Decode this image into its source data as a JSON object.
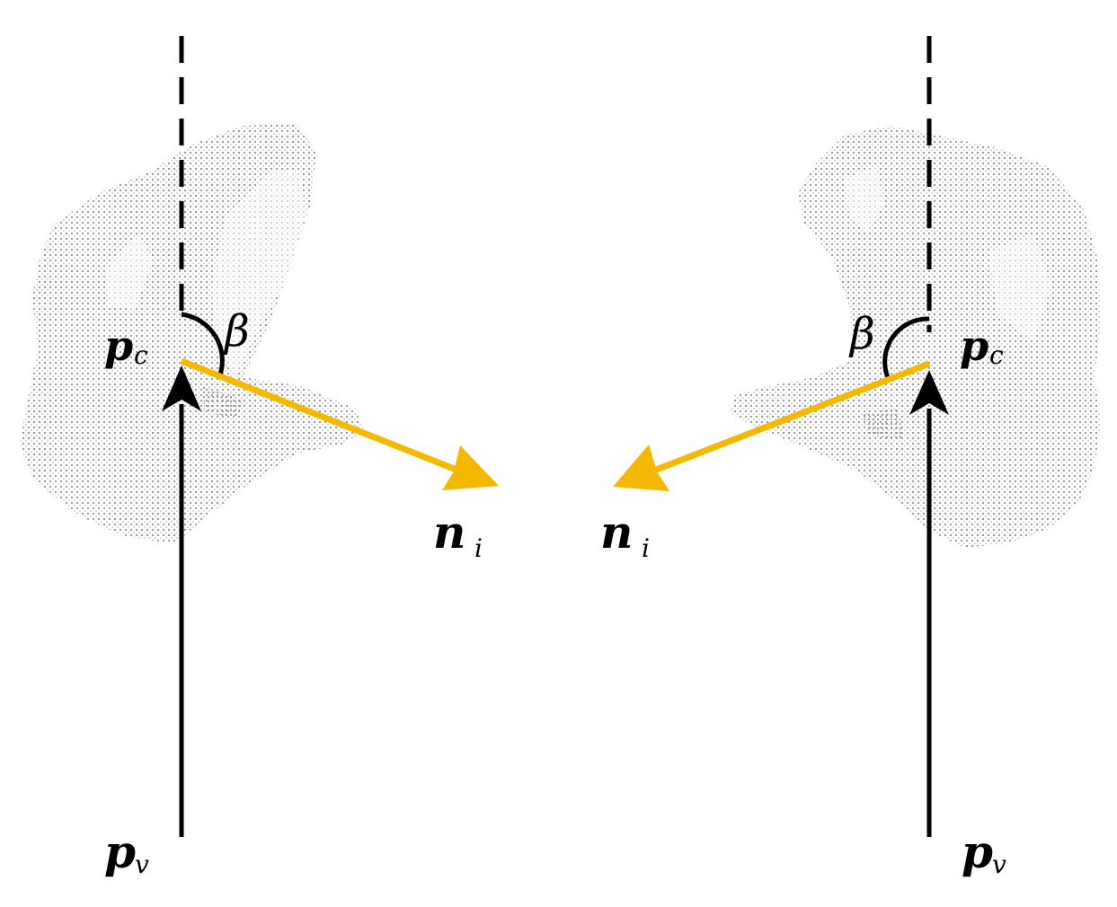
{
  "colors": {
    "background": "#ffffff",
    "axis": "#000000",
    "normal_arrow": "#f5b800",
    "point_cloud": "#8c8c8c"
  },
  "panels": [
    {
      "side": "left",
      "pc": {
        "base": "p",
        "sub": "c"
      },
      "pv": {
        "base": "p",
        "sub": "v"
      },
      "ni": {
        "base": "n",
        "sub": "i"
      },
      "angle": "β"
    },
    {
      "side": "right",
      "pc": {
        "base": "p",
        "sub": "c"
      },
      "pv": {
        "base": "p",
        "sub": "v"
      },
      "ni": {
        "base": "n",
        "sub": "i"
      },
      "angle": "β"
    }
  ]
}
